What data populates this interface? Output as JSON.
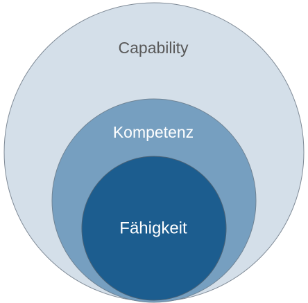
{
  "diagram": {
    "type": "nested-circles",
    "circles": [
      {
        "id": "outer",
        "label": "Capability",
        "fill": "#d4dfe9",
        "stroke": "#7f8a96",
        "text_color": "#595959"
      },
      {
        "id": "middle",
        "label": "Kompetenz",
        "fill": "#769fc0",
        "stroke": "#6f8394",
        "text_color": "#ffffff"
      },
      {
        "id": "inner",
        "label": "Fähigkeit",
        "fill": "#1c5d8f",
        "stroke": "#4a6276",
        "text_color": "#ffffff"
      }
    ]
  }
}
